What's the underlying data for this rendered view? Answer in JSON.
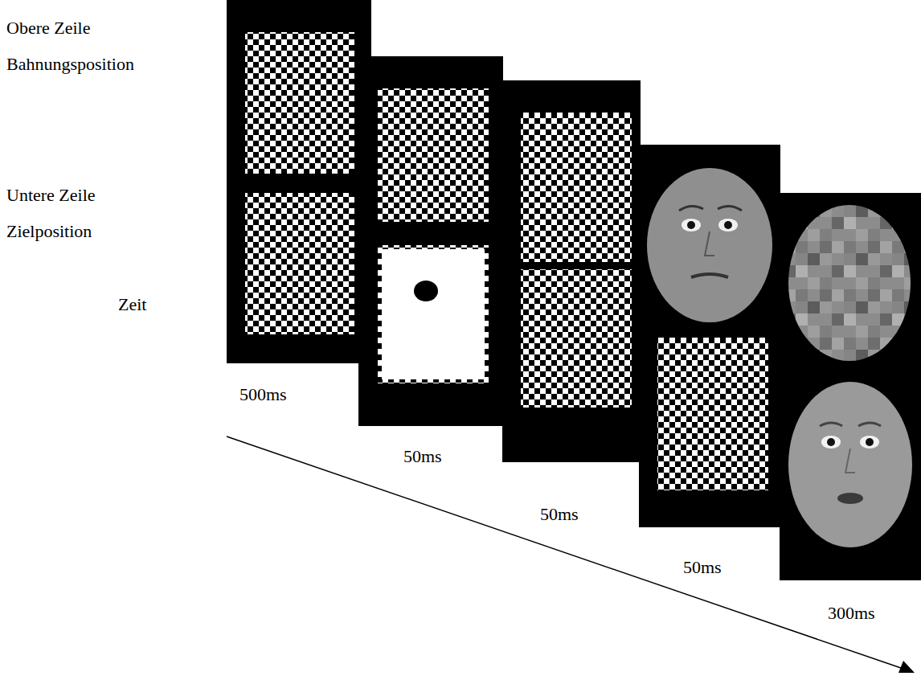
{
  "diagram": {
    "labels": [
      "Obere Zeile",
      "Bahnungsposition",
      "Untere Zeile",
      "Zielposition",
      "Zeit",
      "500ms",
      "50ms",
      "50ms",
      "50ms",
      "300ms"
    ]
  }
}
